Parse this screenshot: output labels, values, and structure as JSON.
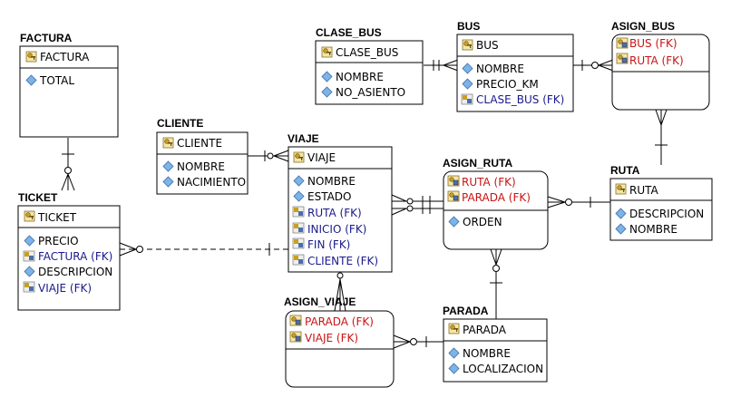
{
  "entities": {
    "factura": {
      "title": "FACTURA",
      "pk": [
        {
          "label": "FACTURA",
          "kind": "pk"
        }
      ],
      "attrs": [
        {
          "label": "TOTAL",
          "kind": "attr"
        }
      ]
    },
    "clase_bus": {
      "title": "CLASE_BUS",
      "pk": [
        {
          "label": "CLASE_BUS",
          "kind": "pk"
        }
      ],
      "attrs": [
        {
          "label": "NOMBRE",
          "kind": "attr"
        },
        {
          "label": "NO_ASIENTO",
          "kind": "attr"
        }
      ]
    },
    "bus": {
      "title": "BUS",
      "pk": [
        {
          "label": "BUS",
          "kind": "pk"
        }
      ],
      "attrs": [
        {
          "label": "NOMBRE",
          "kind": "attr"
        },
        {
          "label": "PRECIO_KM",
          "kind": "attr"
        },
        {
          "label": "CLASE_BUS (FK)",
          "kind": "fk"
        }
      ]
    },
    "asign_bus": {
      "title": "ASIGN_BUS",
      "pk": [
        {
          "label": "BUS (FK)",
          "kind": "pkfk"
        },
        {
          "label": "RUTA (FK)",
          "kind": "pkfk"
        }
      ],
      "attrs": []
    },
    "cliente": {
      "title": "CLIENTE",
      "pk": [
        {
          "label": "CLIENTE",
          "kind": "pk"
        }
      ],
      "attrs": [
        {
          "label": "NOMBRE",
          "kind": "attr"
        },
        {
          "label": "NACIMIENTO",
          "kind": "attr"
        }
      ]
    },
    "viaje": {
      "title": "VIAJE",
      "pk": [
        {
          "label": "VIAJE",
          "kind": "pk"
        }
      ],
      "attrs": [
        {
          "label": "NOMBRE",
          "kind": "attr"
        },
        {
          "label": "ESTADO",
          "kind": "attr"
        },
        {
          "label": "RUTA (FK)",
          "kind": "fk"
        },
        {
          "label": "INICIO (FK)",
          "kind": "fk"
        },
        {
          "label": "FIN (FK)",
          "kind": "fk"
        },
        {
          "label": "CLIENTE (FK)",
          "kind": "fk"
        }
      ]
    },
    "asign_ruta": {
      "title": "ASIGN_RUTA",
      "pk": [
        {
          "label": "RUTA (FK)",
          "kind": "pkfk"
        },
        {
          "label": "PARADA (FK)",
          "kind": "pkfk"
        }
      ],
      "attrs": [
        {
          "label": "ORDEN",
          "kind": "attr"
        }
      ]
    },
    "ruta": {
      "title": "RUTA",
      "pk": [
        {
          "label": "RUTA",
          "kind": "pk"
        }
      ],
      "attrs": [
        {
          "label": "DESCRIPCION",
          "kind": "attr"
        },
        {
          "label": "NOMBRE",
          "kind": "attr"
        }
      ]
    },
    "ticket": {
      "title": "TICKET",
      "pk": [
        {
          "label": "TICKET",
          "kind": "pk"
        }
      ],
      "attrs": [
        {
          "label": "PRECIO",
          "kind": "attr"
        },
        {
          "label": "FACTURA (FK)",
          "kind": "fk"
        },
        {
          "label": "DESCRIPCION",
          "kind": "attr"
        },
        {
          "label": "VIAJE (FK)",
          "kind": "fk"
        }
      ]
    },
    "asign_viaje": {
      "title": "ASIGN_VIAJE",
      "pk": [
        {
          "label": "PARADA (FK)",
          "kind": "pkfk"
        },
        {
          "label": "VIAJE (FK)",
          "kind": "pkfk"
        }
      ],
      "attrs": []
    },
    "parada": {
      "title": "PARADA",
      "pk": [
        {
          "label": "PARADA",
          "kind": "pk"
        }
      ],
      "attrs": [
        {
          "label": "NOMBRE",
          "kind": "attr"
        },
        {
          "label": "LOCALIZACION",
          "kind": "attr"
        }
      ]
    }
  },
  "colors": {
    "fk_text": "#1a1a8c",
    "pkfk_text": "#c81414",
    "attr_diamond": "#7db3e6",
    "key_icon": "#c8a020"
  }
}
